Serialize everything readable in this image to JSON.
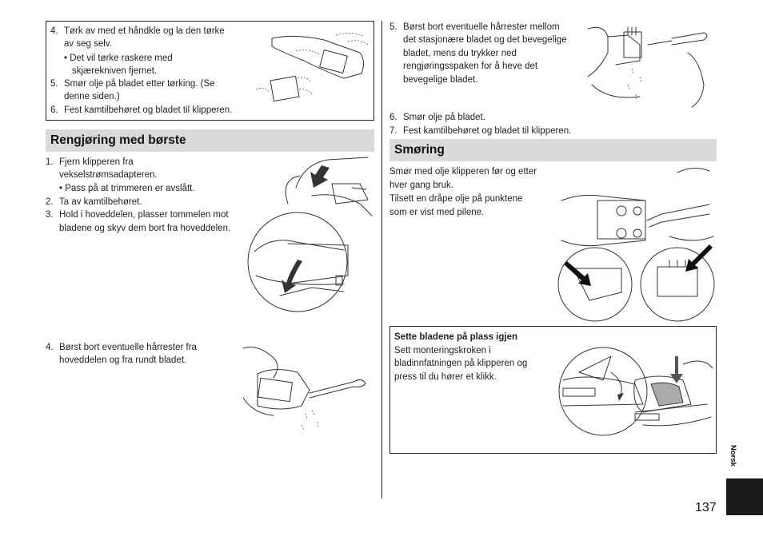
{
  "top_left_box": {
    "lines": [
      {
        "num": "4.",
        "text": "Tørk av med et håndkle og la den tørke"
      },
      {
        "num": "",
        "text": "av seg selv."
      },
      {
        "num": "",
        "text": "• Det vil tørke raskere med"
      },
      {
        "num": "",
        "text": "skjærekniven fjernet."
      },
      {
        "num": "5.",
        "text": "Smør olje på bladet etter tørking. (Se"
      },
      {
        "num": "",
        "text": "denne siden.)"
      },
      {
        "num": "6.",
        "text": "Fest kamtilbehøret og bladet til klipperen."
      }
    ]
  },
  "brush_section": {
    "title": "Rengjøring med børste",
    "lines": [
      {
        "num": "1.",
        "text": "Fjern klipperen fra"
      },
      {
        "num": "",
        "text": "vekselstrømsadapteren."
      },
      {
        "num": "",
        "text": "• Pass på at trimmeren er avslått."
      },
      {
        "num": "2.",
        "text": "Ta av kamtilbehøret."
      },
      {
        "num": "3.",
        "text": "Hold i hoveddelen, plasser tommelen mot"
      },
      {
        "num": "",
        "text": "bladene og skyv dem bort fra hoveddelen."
      }
    ],
    "step4": [
      {
        "num": "4.",
        "text": "Børst bort eventuelle hårrester fra"
      },
      {
        "num": "",
        "text": "hoveddelen og fra rundt bladet."
      }
    ]
  },
  "right_top": {
    "step5": [
      {
        "num": "5.",
        "text": "Børst bort eventuelle hårrester mellom"
      },
      {
        "num": "",
        "text": "det stasjonære bladet og det bevegelige"
      },
      {
        "num": "",
        "text": "bladet, mens du trykker ned"
      },
      {
        "num": "",
        "text": "rengjøringsspaken for å heve det"
      },
      {
        "num": "",
        "text": "bevegelige bladet."
      }
    ],
    "step6": {
      "num": "6.",
      "text": "Smør olje på bladet."
    },
    "step7": {
      "num": "7.",
      "text": "Fest kamtilbehøret og bladet til klipperen."
    }
  },
  "lubrication": {
    "title": "Smøring",
    "lines": [
      "Smør med olje klipperen før og etter",
      "hver gang bruk.",
      "Tilsett en dråpe olje på punktene",
      "som er vist med pilene."
    ]
  },
  "reattach_box": {
    "title": "Sette bladene på plass igjen",
    "lines": [
      "Sett monteringskroken i",
      "bladinnfatningen på klipperen og",
      "press til du hører et klikk."
    ]
  },
  "footer": {
    "page_number": "137",
    "side_label": "Norsk"
  },
  "colors": {
    "header_bg": "#dadada",
    "side_tab": "#1b1b1b",
    "line": "#222222"
  }
}
